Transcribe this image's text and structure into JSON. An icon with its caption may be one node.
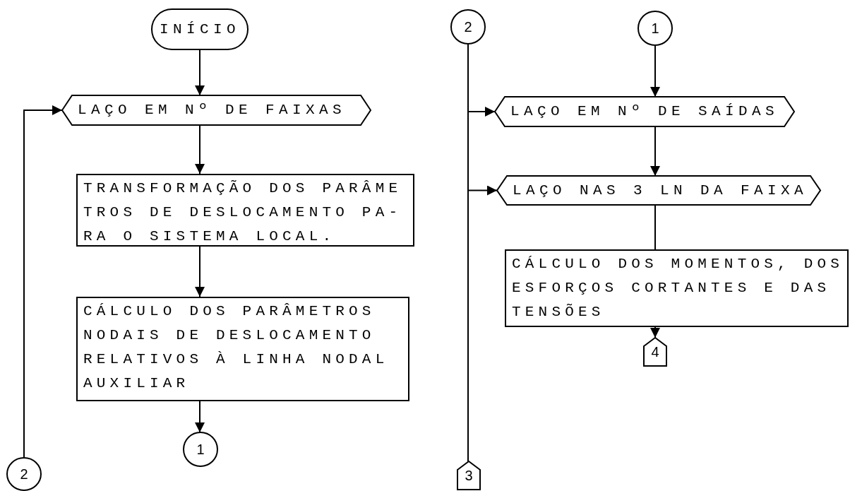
{
  "diagram": {
    "nodes": [
      {
        "text": [
          "INÍCIO"
        ]
      },
      {
        "text": [
          "LAÇO EM Nº DE FAIXAS"
        ]
      },
      {
        "text": [
          "TRANSFORMAÇÃO DOS PARÂME TROS DE DESLOCAMENTO PA- RA O SISTEMA LOCAL."
        ]
      },
      {
        "text": [
          "CÁLCULO DOS PARÂMETROS NODAIS DE DESLOCAMENTO RELATIVOS À LINHA NODAL AUXILIAR"
        ]
      },
      {
        "text": [
          "1"
        ]
      },
      {
        "text": [
          "2"
        ]
      },
      {
        "text": [
          "2"
        ]
      },
      {
        "text": [
          "3"
        ]
      },
      {
        "text": [
          "1"
        ]
      },
      {
        "text": [
          "LAÇO EM Nº DE SAÍDAS"
        ]
      },
      {
        "text": [
          "LAÇO NAS 3 LN DA FAIXA"
        ]
      },
      {
        "text": [
          "CÁLCULO DOS MOMENTOS, DOS ESFORÇOS CORTANTES E DAS TENSÕES"
        ]
      },
      {
        "text": [
          "4"
        ]
      }
    ],
    "edges": [
      {
        "from": 0,
        "to": 1,
        "arrow": "to"
      },
      {
        "from": 1,
        "to": 2,
        "arrow": "to"
      },
      {
        "from": 2,
        "to": 3,
        "arrow": "to"
      },
      {
        "from": 3,
        "to": 4,
        "arrow": "to"
      },
      {
        "from": 5,
        "to": 1,
        "arrow": "to"
      },
      {
        "from": 6,
        "to": 7,
        "arrow": "none"
      },
      {
        "from": 6,
        "to": 9,
        "arrow": "to"
      },
      {
        "from": 6,
        "to": 10,
        "arrow": "to"
      },
      {
        "from": 8,
        "to": 9,
        "arrow": "to"
      },
      {
        "from": 9,
        "to": 10,
        "arrow": "to"
      },
      {
        "from": 10,
        "to": 11,
        "arrow": "none"
      },
      {
        "from": 11,
        "to": 12,
        "arrow": "to"
      }
    ]
  }
}
